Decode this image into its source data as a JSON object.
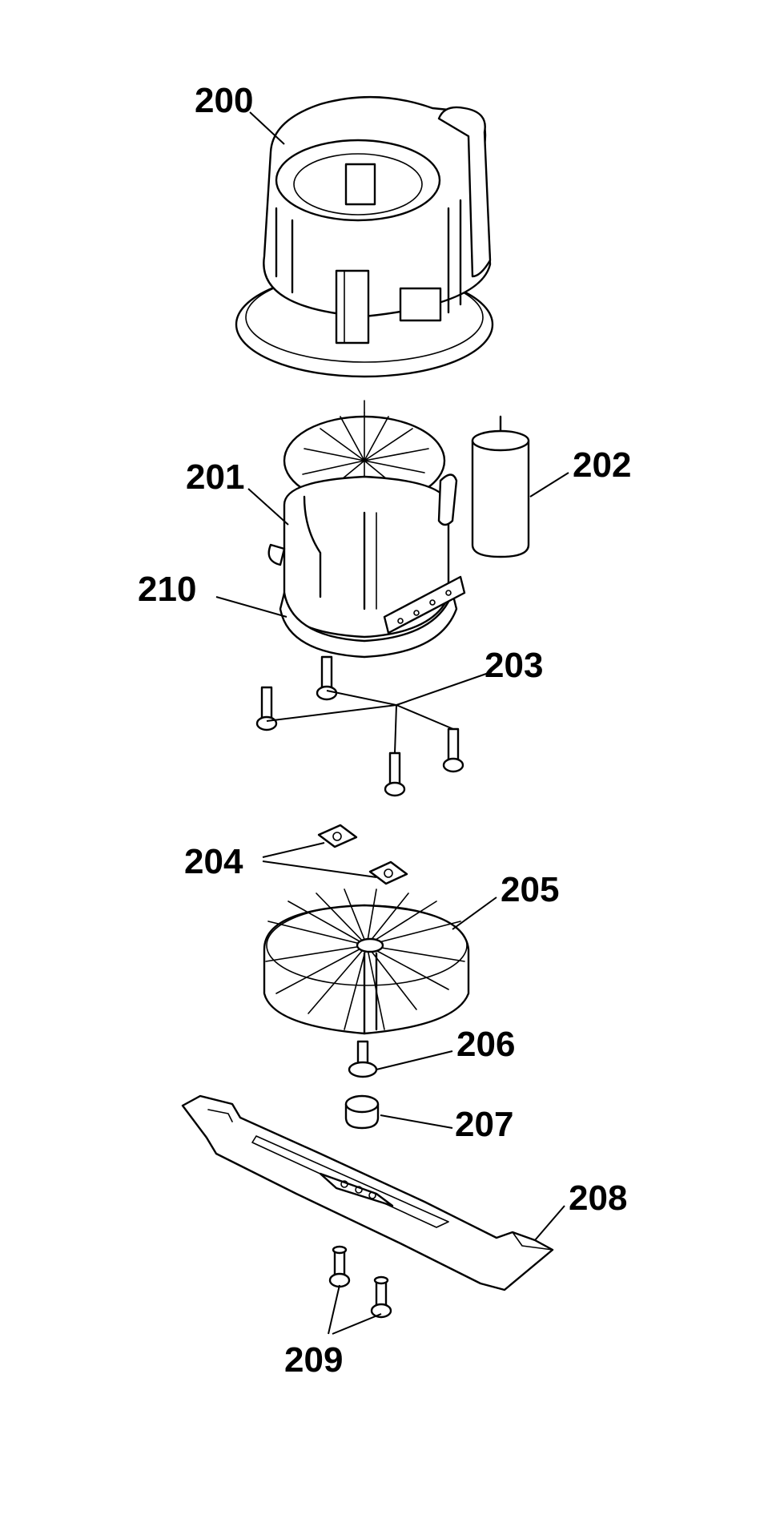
{
  "parts": [
    {
      "id": "p200",
      "label": "200"
    },
    {
      "id": "p201",
      "label": "201"
    },
    {
      "id": "p202",
      "label": "202"
    },
    {
      "id": "p203",
      "label": "203"
    },
    {
      "id": "p204",
      "label": "204"
    },
    {
      "id": "p205",
      "label": "205"
    },
    {
      "id": "p206",
      "label": "206"
    },
    {
      "id": "p207",
      "label": "207"
    },
    {
      "id": "p208",
      "label": "208"
    },
    {
      "id": "p209",
      "label": "209"
    },
    {
      "id": "p210",
      "label": "210"
    }
  ]
}
